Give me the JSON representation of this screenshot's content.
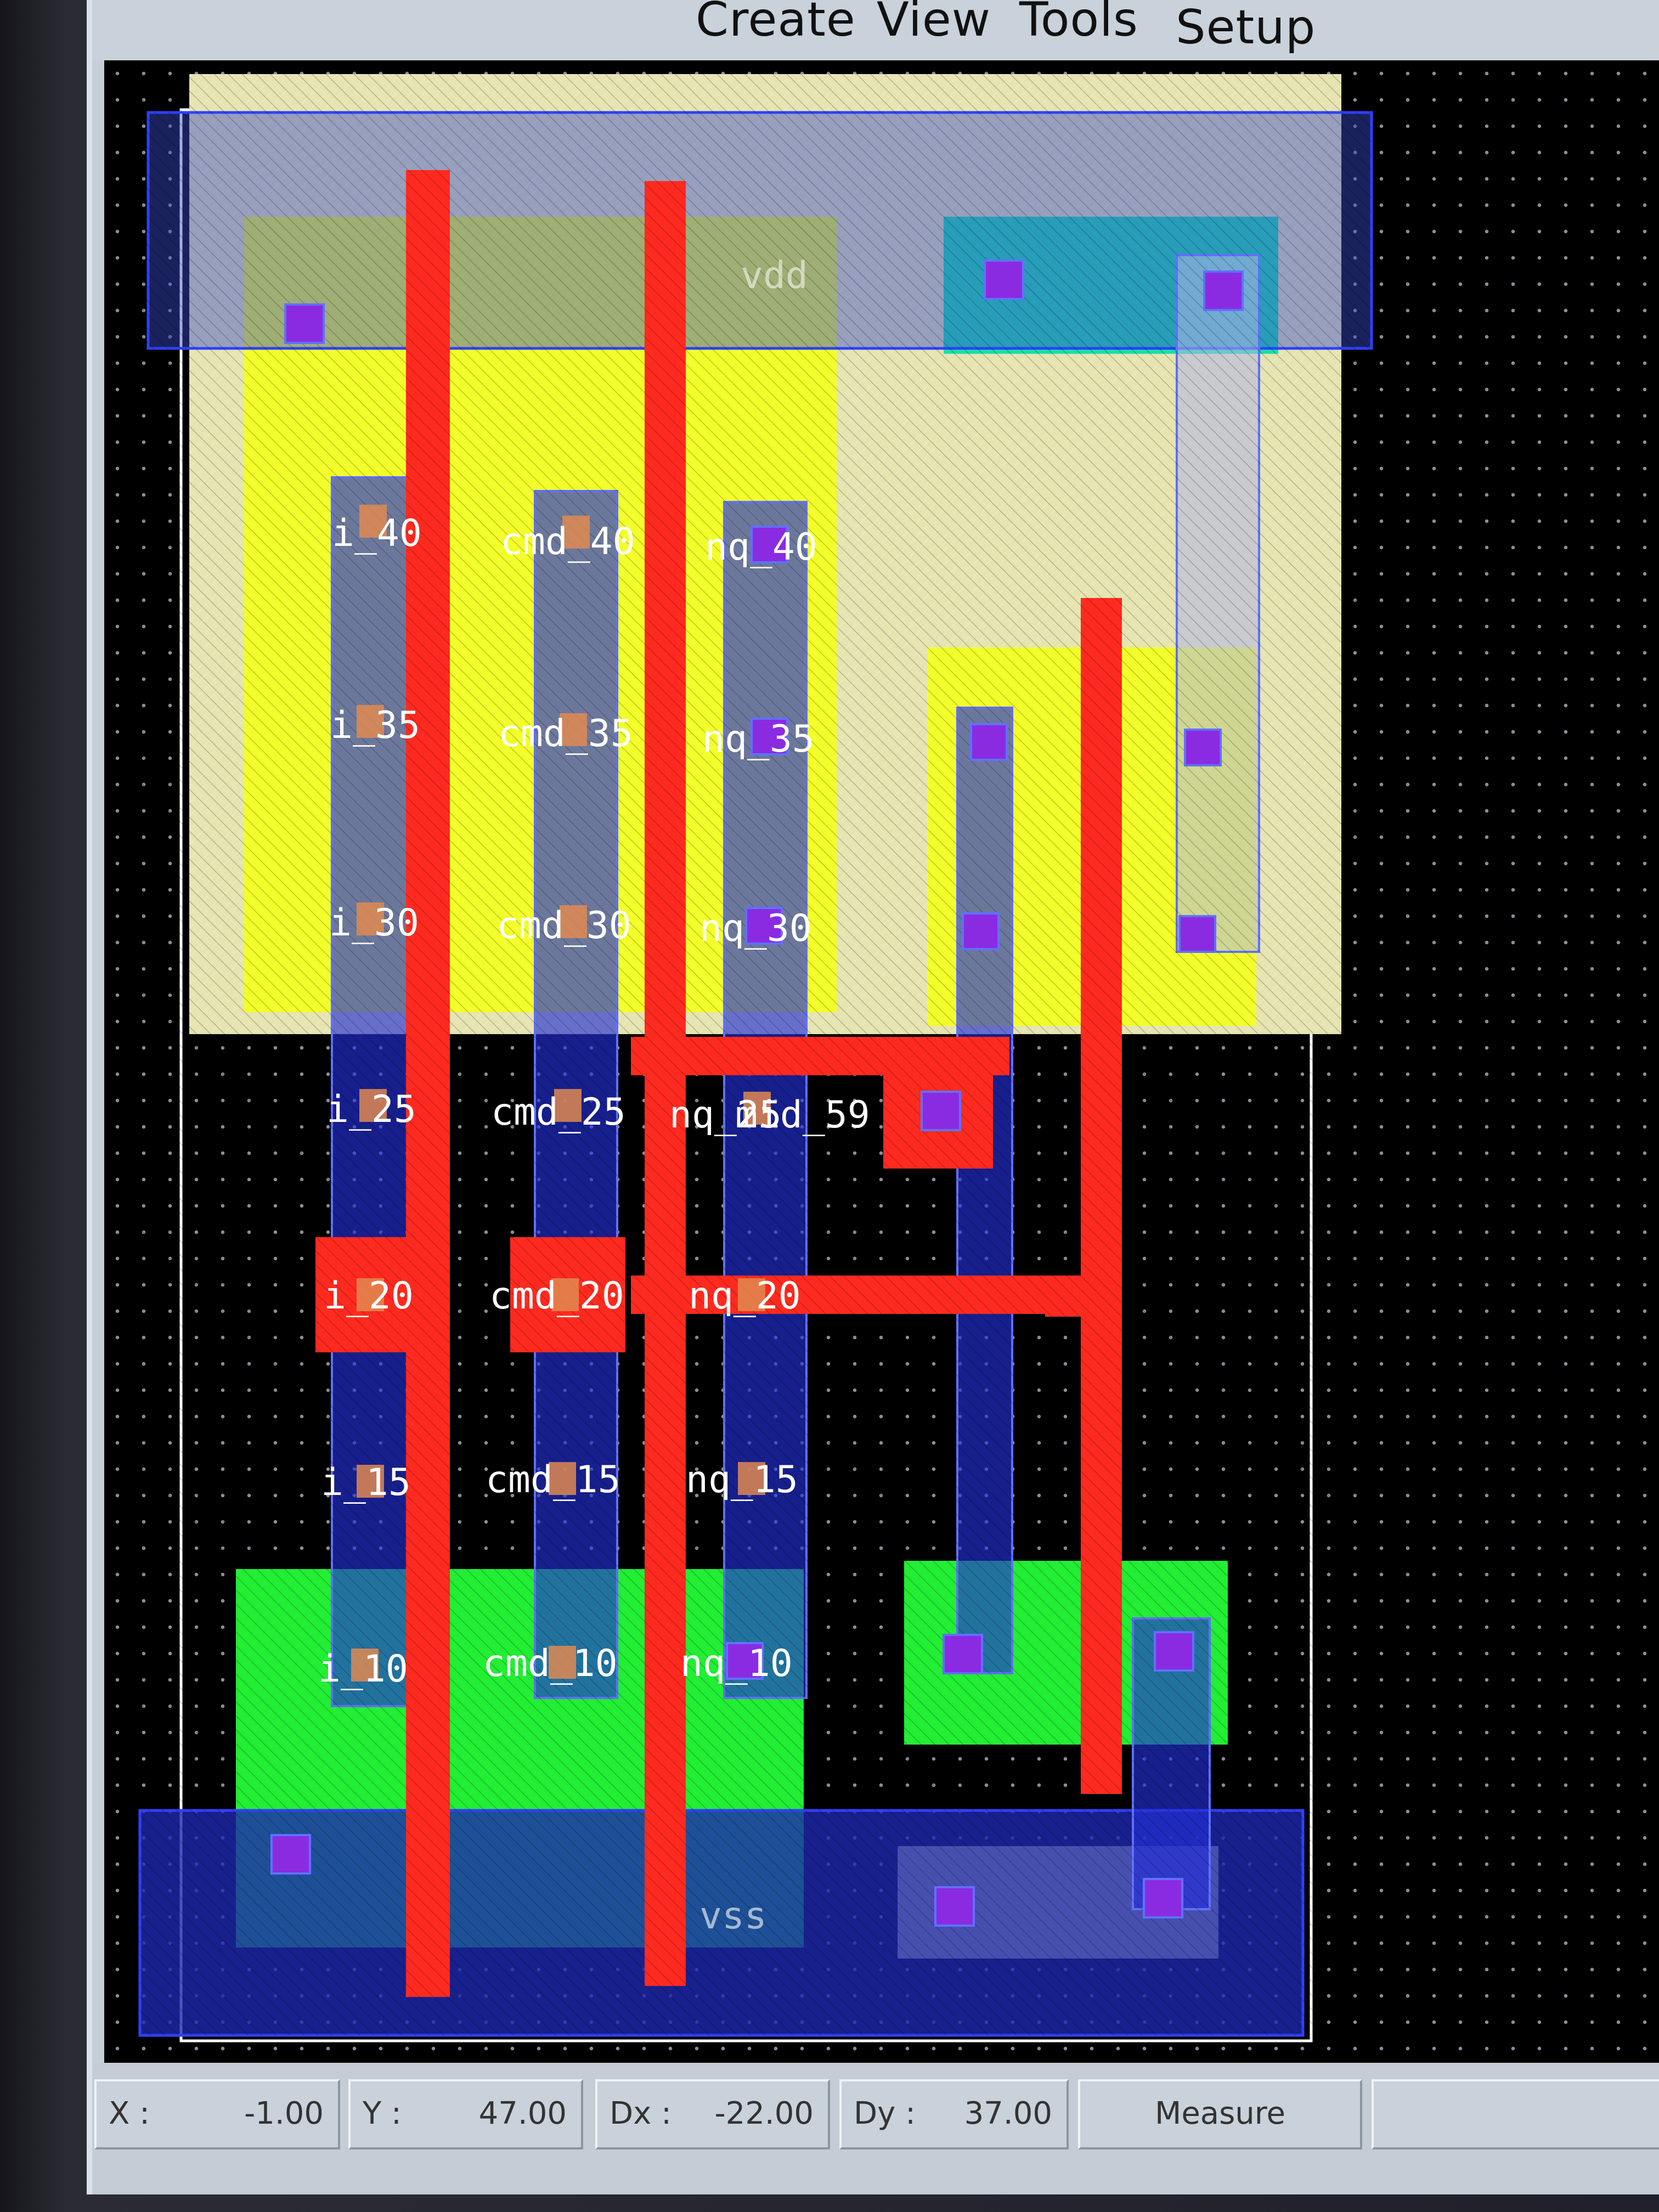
{
  "menubar": {
    "items": [
      "Create",
      "View",
      "Tools",
      "Setup"
    ]
  },
  "layout": {
    "power_labels": {
      "vdd": "vdd",
      "vss": "vss"
    },
    "row_labels": [
      [
        "i_40",
        "cmd_40",
        "nq_40"
      ],
      [
        "i_35",
        "cmd_35",
        "nq_35"
      ],
      [
        "i_30",
        "cmd_30",
        "nq_30"
      ],
      [
        "i_25",
        "cmd_25",
        "nq_25"
      ],
      [
        "i_20",
        "cmd_20",
        "nq_20"
      ],
      [
        "i_15",
        "cmd_15",
        "nq_15"
      ],
      [
        "i_10",
        "cmd_10",
        "nq_10"
      ]
    ],
    "extra_label": "mid_59",
    "colors": {
      "metal1": "#2a3aff",
      "poly": "#ff2a1f",
      "nwell": "#e8e8a8",
      "pdiff": "#f2ff2a",
      "ndiff": "#22ee33",
      "ntap": "#18e0a8",
      "contact": "#8a2be2"
    }
  },
  "statusbar": {
    "x_label": "X :",
    "x_value": "-1.00",
    "y_label": "Y :",
    "y_value": "47.00",
    "dx_label": "Dx :",
    "dx_value": "-22.00",
    "dy_label": "Dy :",
    "dy_value": "37.00",
    "mode": "Measure"
  }
}
